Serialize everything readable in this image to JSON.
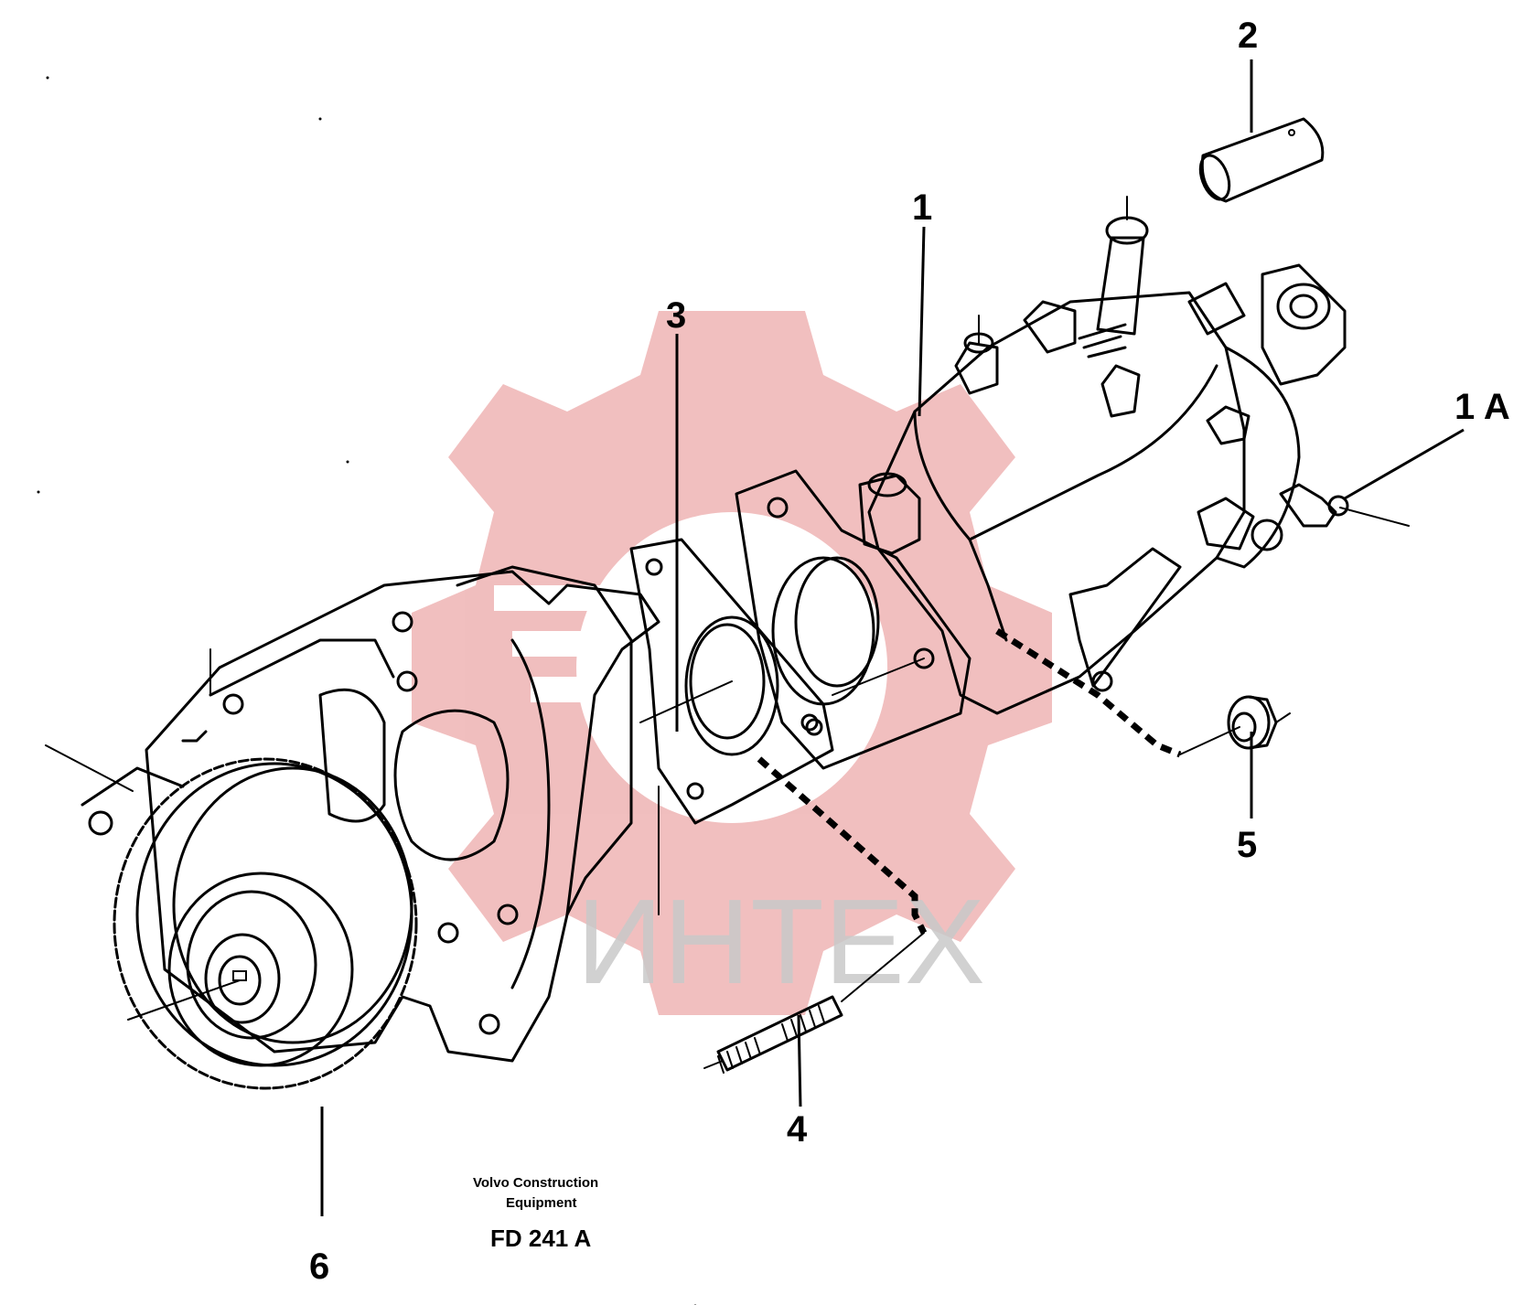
{
  "watermark": {
    "text": "ИНТЕХ",
    "gear_color": "#e9a3a3",
    "text_color": "#c9c9c9"
  },
  "callouts": [
    {
      "id": "callout-1",
      "label": "1"
    },
    {
      "id": "callout-1a",
      "label": "1 A"
    },
    {
      "id": "callout-2",
      "label": "2"
    },
    {
      "id": "callout-3",
      "label": "3"
    },
    {
      "id": "callout-4",
      "label": "4"
    },
    {
      "id": "callout-5",
      "label": "5"
    },
    {
      "id": "callout-6",
      "label": "6"
    }
  ],
  "caption": {
    "line1": "Volvo Construction",
    "line2": "Equipment",
    "code": "FD 241 A"
  }
}
